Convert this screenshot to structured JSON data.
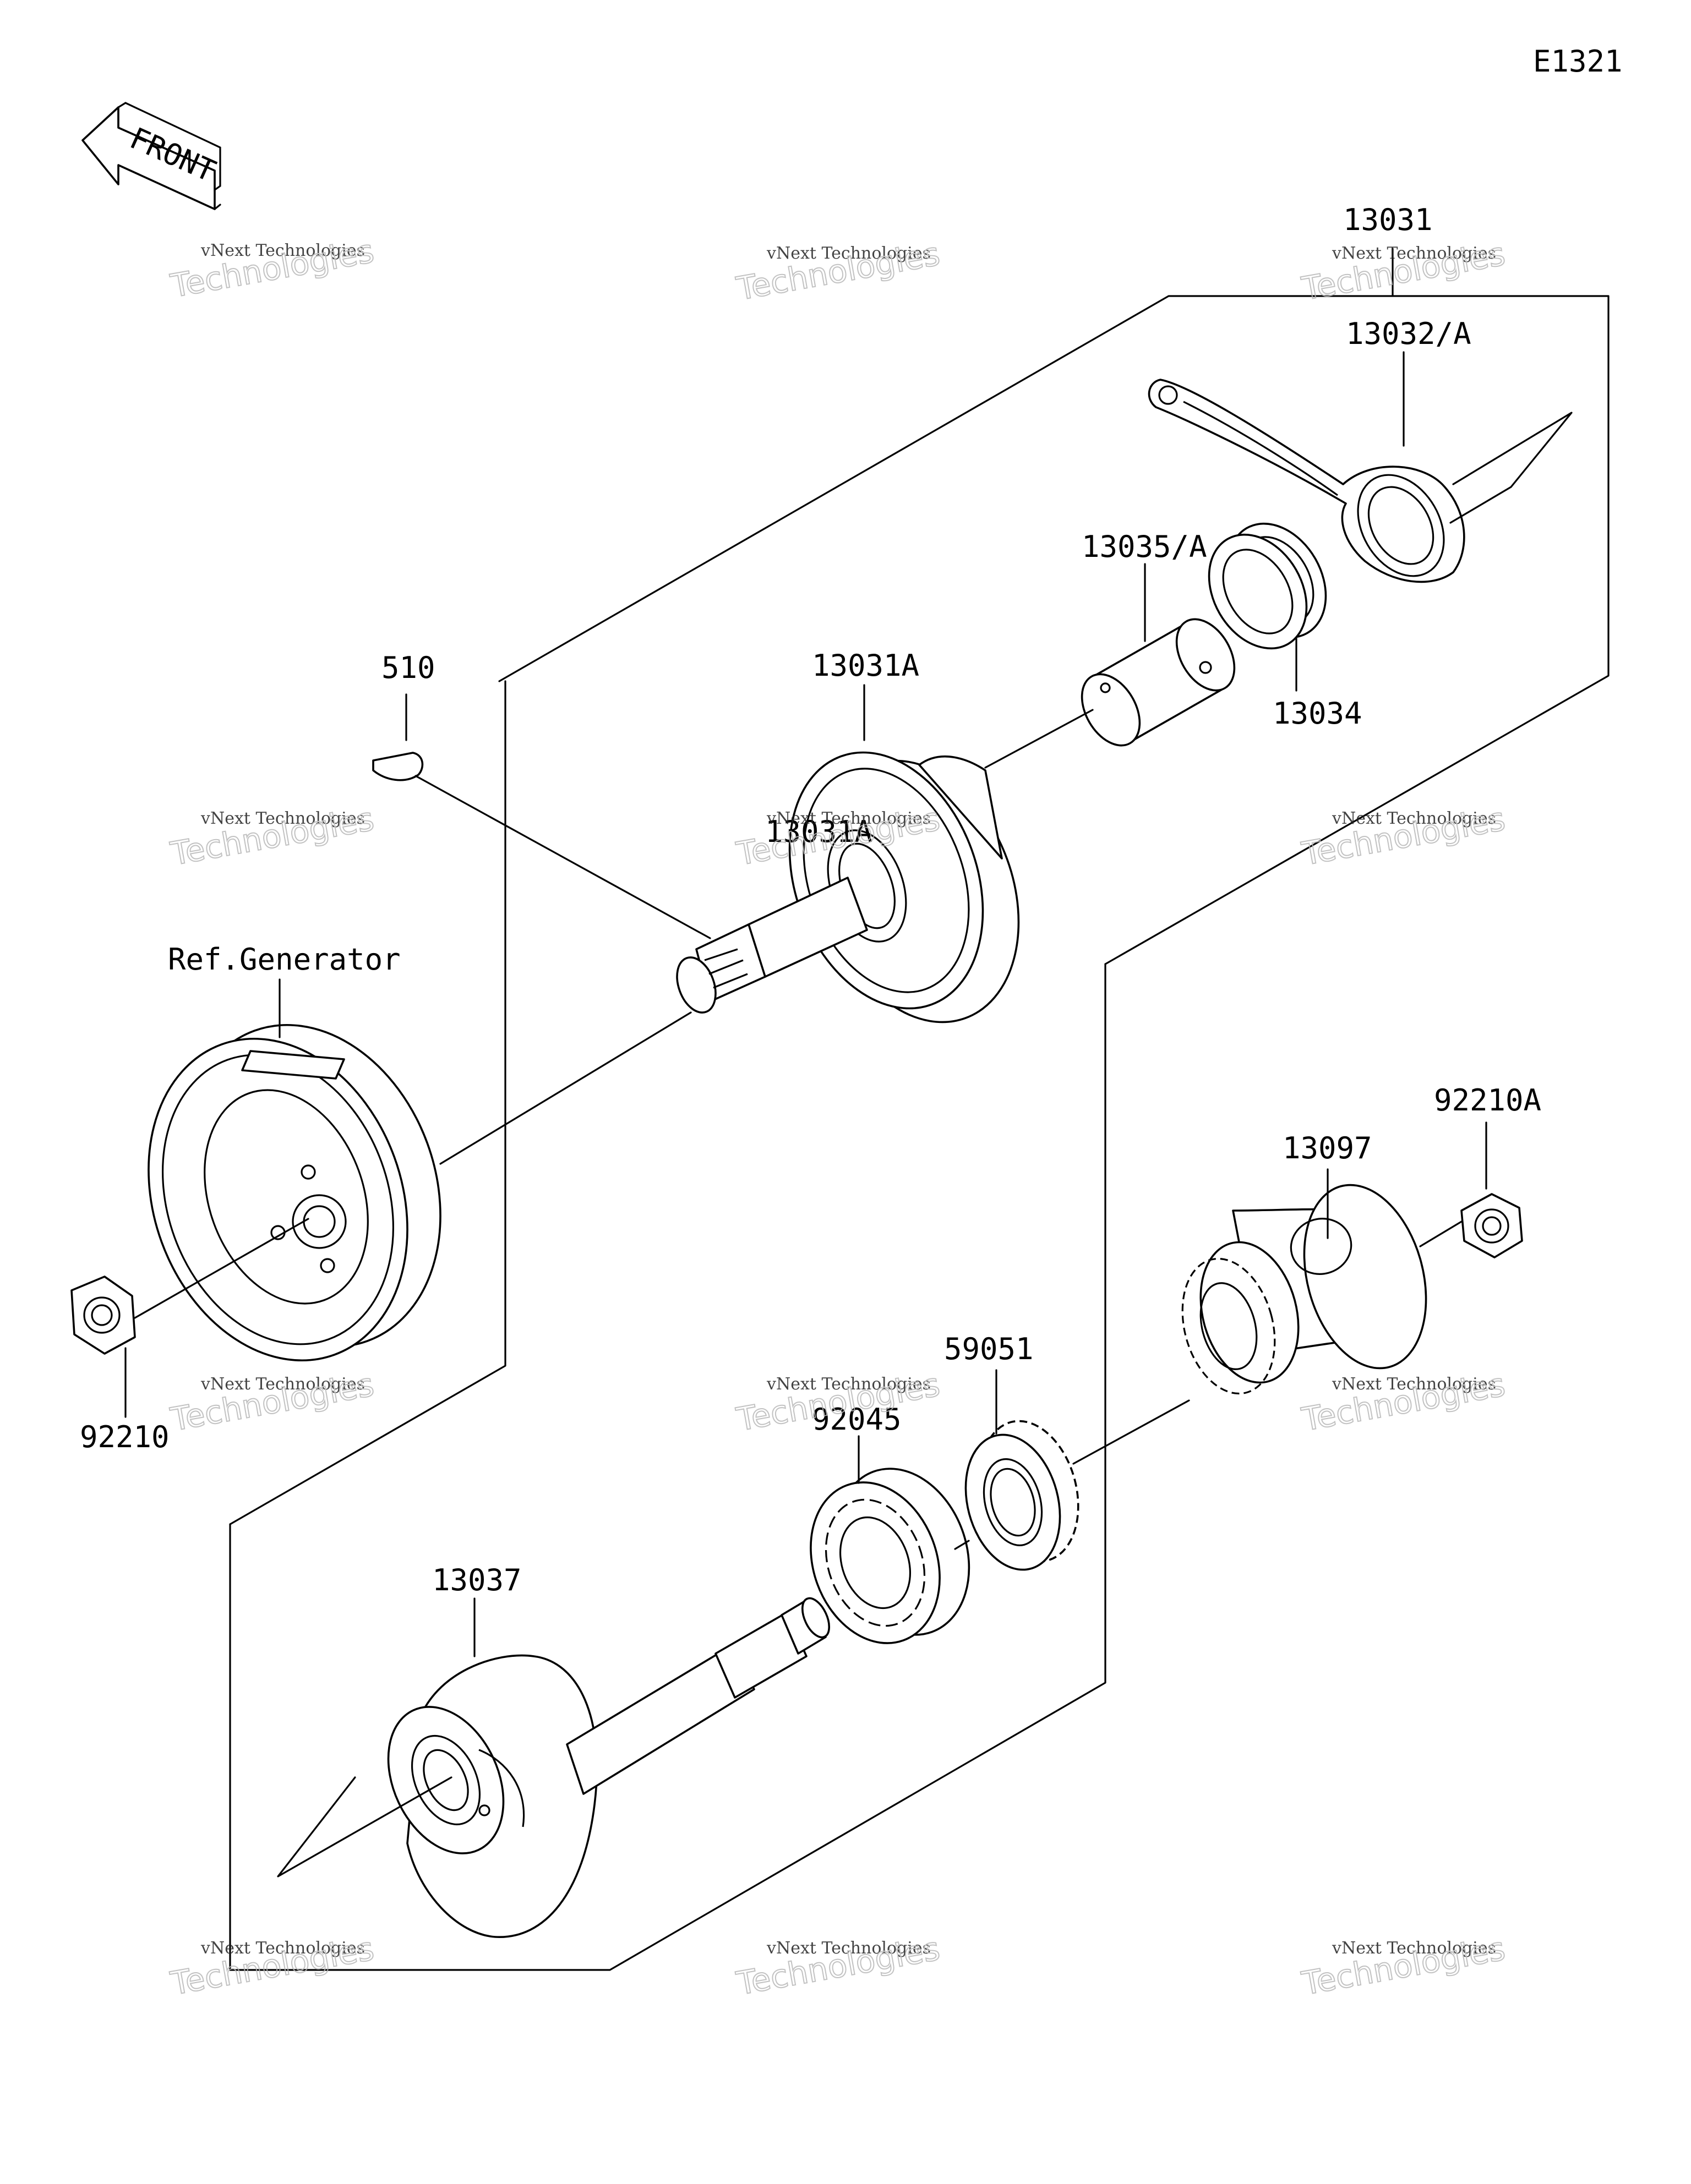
{
  "diagram_code": "E1321",
  "front_label": "FRONT",
  "parts": {
    "p13031": "13031",
    "p13032": "13032/A",
    "p13035": "13035/A",
    "p13034": "13034",
    "p13031A": "13031A",
    "p510": "510",
    "pRef": "Ref.Generator",
    "p92210": "92210",
    "p92210A": "92210A",
    "p13097": "13097",
    "p59051": "59051",
    "p92045": "92045",
    "p13037": "13037"
  },
  "watermark": {
    "line1": "vNext Technologies",
    "line2": "Technologies",
    "line3": "vNext"
  }
}
